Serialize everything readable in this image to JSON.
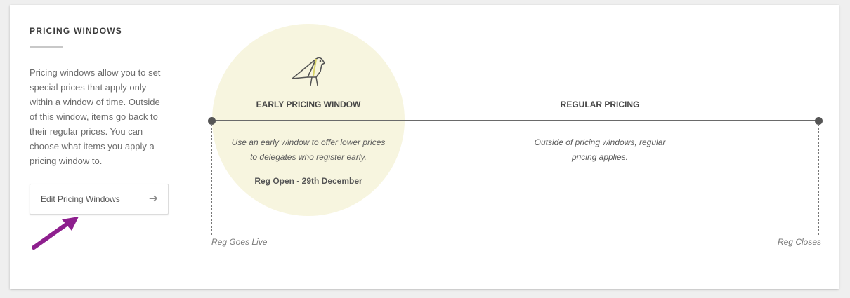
{
  "sidebar": {
    "title": "PRICING WINDOWS",
    "description": "Pricing windows allow you to set special prices that apply only within a window of time. Outside of this window, items go back to their regular prices. You can choose what items you apply a pricing window to.",
    "edit_button_label": "Edit Pricing Windows",
    "edit_button_icon": "arrow-right-icon"
  },
  "timeline": {
    "early": {
      "title": "EARLY PRICING WINDOW",
      "description": "Use an early window to offer lower prices to delegates who register early.",
      "dates": "Reg Open - 29th December",
      "icon": "bird-icon"
    },
    "regular": {
      "title": "REGULAR PRICING",
      "description": "Outside of pricing windows, regular pricing applies."
    },
    "start_label": "Reg Goes Live",
    "end_label": "Reg Closes"
  },
  "colors": {
    "early_window_bg": "#f7f5df",
    "annotation_arrow": "#8e1f8e",
    "bird_accent": "#d9d36a"
  }
}
